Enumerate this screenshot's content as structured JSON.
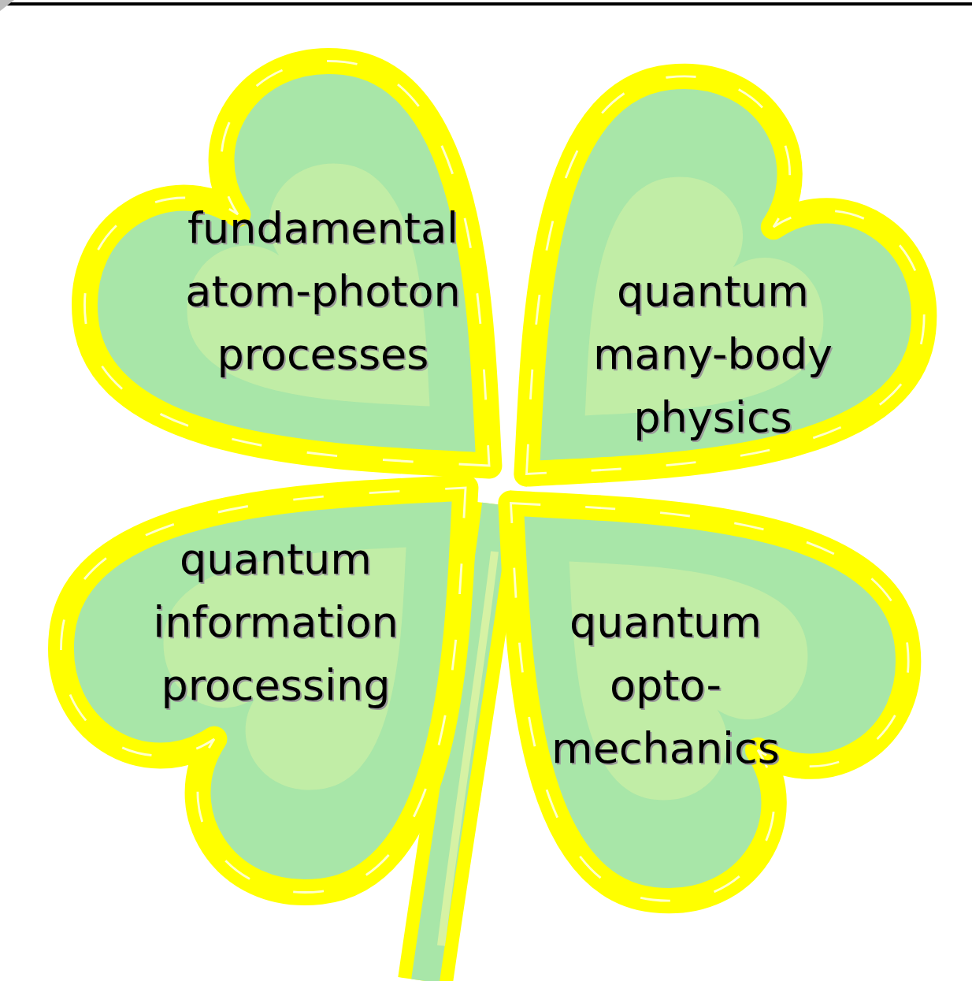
{
  "diagram": {
    "nodes": [
      {
        "text": [
          "fundamental atom-photon processes"
        ]
      },
      {
        "text": [
          "quantum many-body physics"
        ]
      },
      {
        "text": [
          "quantum information processing"
        ]
      },
      {
        "text": [
          "quantum opto- mechanics"
        ]
      }
    ]
  }
}
